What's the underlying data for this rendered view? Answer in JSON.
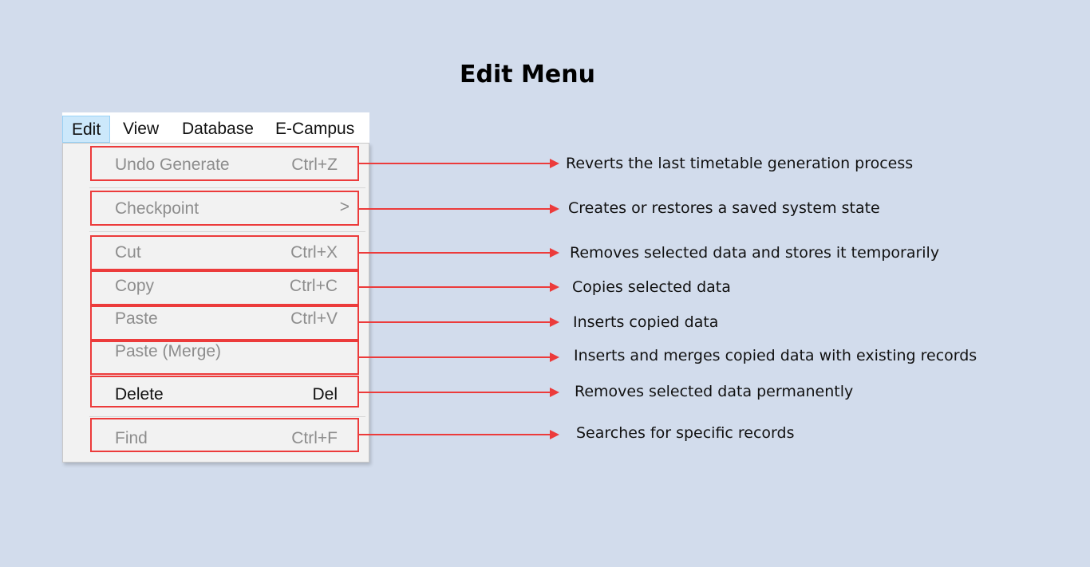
{
  "title": "Edit Menu",
  "menubar": {
    "items": [
      "Edit",
      "View",
      "Database",
      "E-Campus"
    ],
    "active": "Edit"
  },
  "menu": {
    "items": [
      {
        "label": "Undo Generate",
        "shortcut": "Ctrl+Z",
        "enabled": false
      },
      {
        "label": "Checkpoint",
        "submenu_glyph": ">",
        "enabled": false
      },
      {
        "label": "Cut",
        "shortcut": "Ctrl+X",
        "enabled": false
      },
      {
        "label": "Copy",
        "shortcut": "Ctrl+C",
        "enabled": false
      },
      {
        "label": "Paste",
        "shortcut": "Ctrl+V",
        "enabled": false
      },
      {
        "label": "Paste (Merge)",
        "shortcut": "",
        "enabled": false
      },
      {
        "label": "Delete",
        "shortcut": "Del",
        "enabled": true
      },
      {
        "label": "Find",
        "shortcut": "Ctrl+F",
        "enabled": false
      }
    ]
  },
  "annotations": [
    "Reverts the last timetable generation process",
    "Creates or restores a saved system state",
    "Removes selected data and stores it temporarily",
    "Copies selected data",
    "Inserts copied data",
    "Inserts and merges copied data with existing records",
    "Removes selected data permanently",
    "Searches for specific records"
  ],
  "colors": {
    "background": "#d2dcec",
    "highlight": "#ec3b3b",
    "menu_bg": "#f2f2f2",
    "disabled_text": "#8d8d8d",
    "active_tab_bg": "#cce8fb"
  }
}
